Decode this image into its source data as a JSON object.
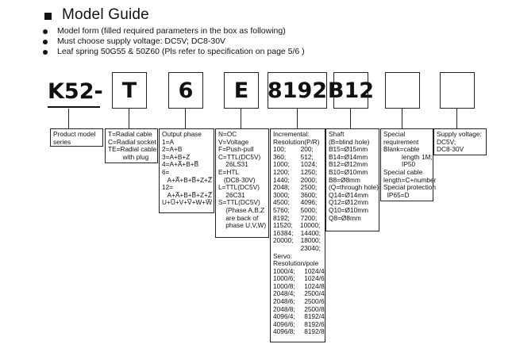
{
  "title": "Model Guide",
  "bullets": [
    "Model form (filled required parameters in the box as following)",
    "Must choose supply voltage: DC5V;  DC8-30V",
    "Leaf spring 50G55 & 50Z60 (Pls refer to specification on page 5/6 )"
  ],
  "model": {
    "prefix": "K52-",
    "codes": [
      "T",
      "6",
      "E",
      "8192",
      "B12",
      "",
      ""
    ]
  },
  "descriptions": {
    "product_model": "Product model\nseries",
    "connection": "T=Radial cable\nC=Radial socket\nTE=Radial cable\n        with plug",
    "output_phase": "Output phase\n1=A\n2=A+B\n3=A+B+Z\n4=A+A̅+B+B̅\n6=\n   A+A̅+B+B̅+Z+Z̅\n12=\n   A+A̅+B+B̅+Z+Z̅\nU+U̅+V+V̅+W+W̅",
    "output_type": "N=OC\nV=Voltage\nF=Push-pull\nC=TTL(DC5V)\n    26LS31\nE=HTL\n   (DC8-30V)\nL=TTL(DC5V)\n    26C31\nS=TTL(DC5V)\n    (Phase A,B,Z\n    are back of\n    phase U,V,W)",
    "resolution": "Incremental:\nResolution(P/R)\n100;        200;\n360;        512;\n1000;      1024;\n1200;      1250;\n1440;      2000;\n2048;      2500;\n3000;      3600;\n4500;      4096;\n5760;      5000;\n8192;      7200;\n11520;    10000;\n16384;    14400;\n20000;    18000;\n               23040;\nServo:\nResolution/pole\n1000/4;     1024/4;\n1000/6;     1024/6;\n1000/8;     1024/8;\n2048/4;     2500/4;\n2048/6;     2500/6;\n2048/8;     2500/8;\n4096/4;     8192/4;\n4096/6;     8192/6;\n4096/8;     8192/8",
    "shaft": "Shaft\n(B=blind hole)\nB15=Ø15mm\nB14=Ø14mm\nB12=Ø12mm\nB10=Ø10mm\nB8=Ø8mm\n(Q=through hole)\nQ14=Ø14mm\nQ12=Ø12mm\nQ10=Ø10mm\nQ8=Ø8mm",
    "special": "Special\nrequirement\nBlank=cable\n          length 1M;\n          IP50\nSpecial cable\nlength=C+number\nSpecial protection\n  IP65=D",
    "supply_voltage": "Supply voltage:\nDC5V;\nDC8-30V"
  }
}
